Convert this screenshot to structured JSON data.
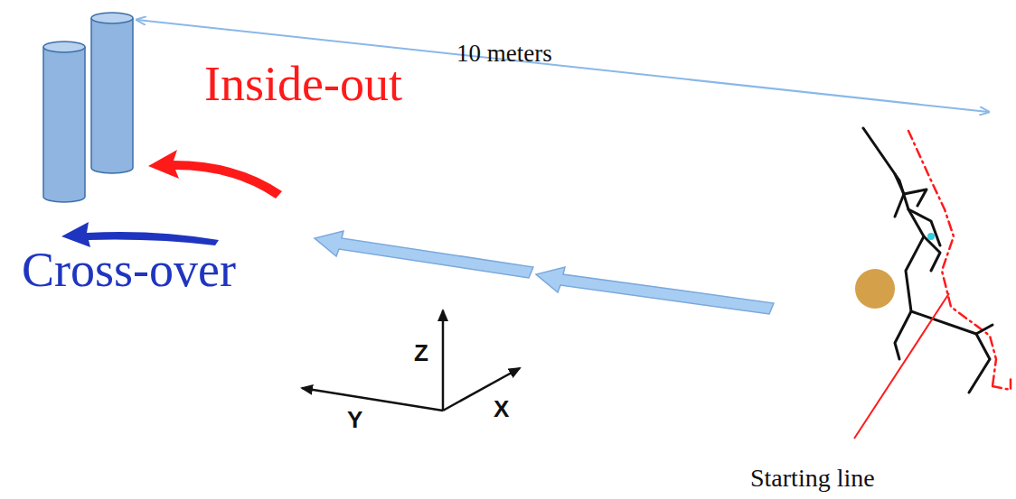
{
  "diagram": {
    "labels": [
      "10 meters",
      "Inside-out",
      "Cross-over",
      "Z",
      "Y",
      "X",
      "Starting line"
    ]
  }
}
